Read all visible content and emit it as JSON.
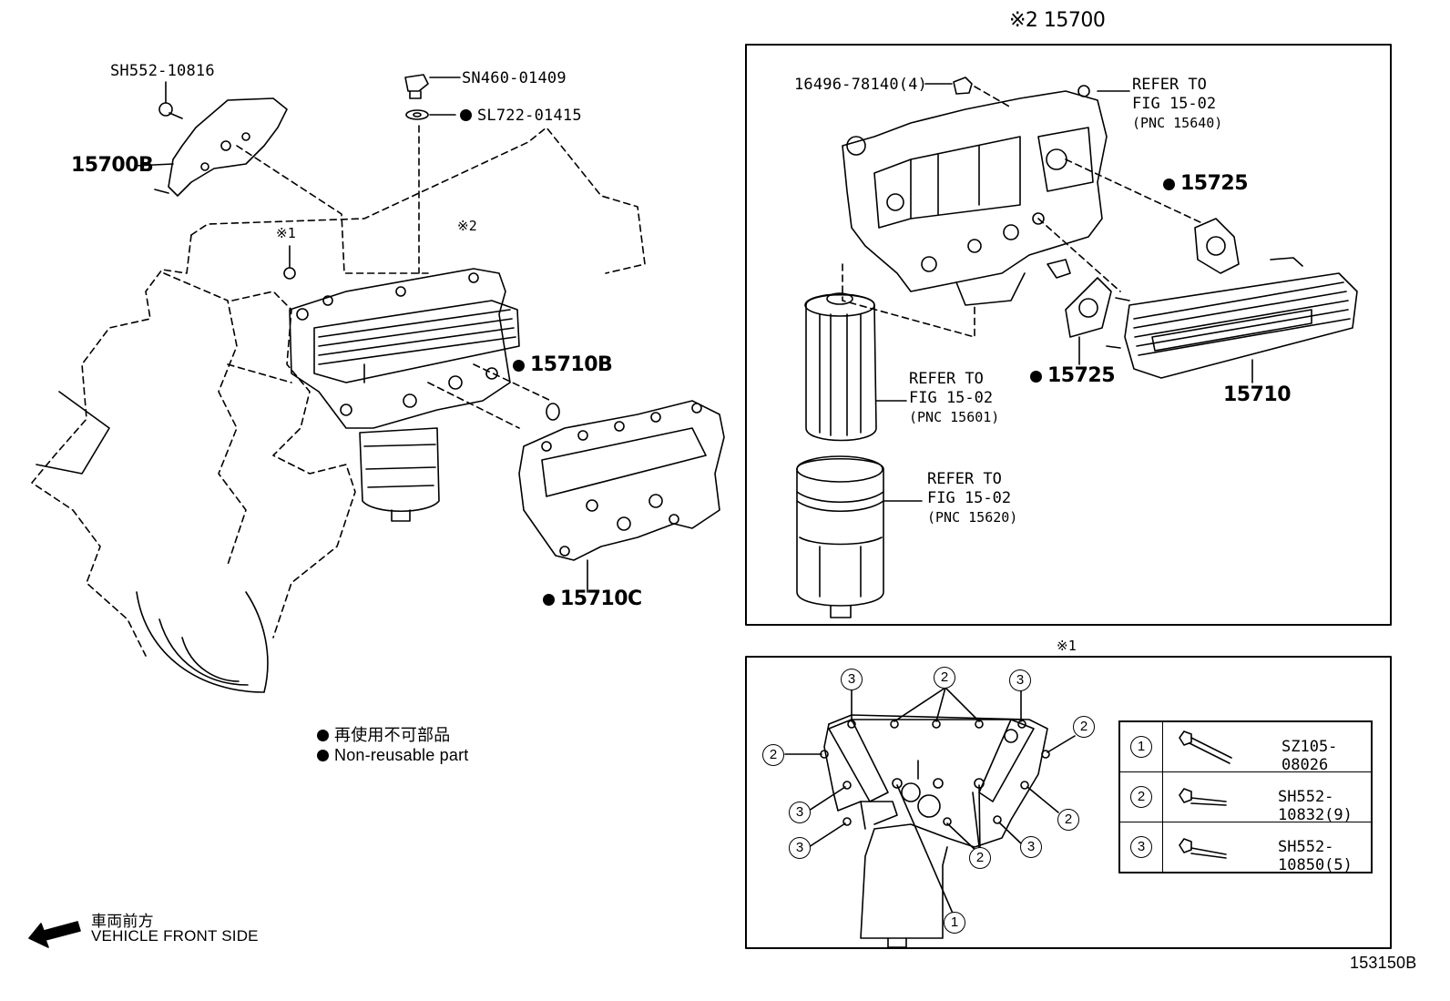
{
  "labels": {
    "sh552_10816": "SH552-10816",
    "sn460_01409": "SN460-01409",
    "sl722_01415": "SL722-01415",
    "p15700b": "15700B",
    "note1": "※1",
    "note2": "※2",
    "p15710b": "15710B",
    "p15710c": "15710C",
    "p15700_header": "※2 15700",
    "p16496": "16496-78140(4)",
    "p15725_top": "15725",
    "p15725_bottom": "15725",
    "p15710": "15710",
    "box2_header": "※1",
    "diagram_id": "153150B"
  },
  "refers": [
    {
      "line1": "REFER TO",
      "line2": "FIG 15-02",
      "line3": "(PNC 15640)"
    },
    {
      "line1": "REFER TO",
      "line2": "FIG 15-02",
      "line3": "(PNC 15601)"
    },
    {
      "line1": "REFER TO",
      "line2": "FIG 15-02",
      "line3": "(PNC 15620)"
    }
  ],
  "legend": {
    "jp": "再使用不可部品",
    "en": "Non-reusable part"
  },
  "front": {
    "jp": "車両前方",
    "en": "VEHICLE FRONT SIDE"
  },
  "fasteners": [
    {
      "num": "1",
      "part": "SZ105-08026"
    },
    {
      "num": "2",
      "part": "SH552-10832(9)"
    },
    {
      "num": "3",
      "part": "SH552-10850(5)"
    }
  ],
  "callouts": {
    "c3a": "3",
    "c2a": "2",
    "c3b": "3",
    "c2b": "2",
    "c2c": "2",
    "c3c": "3",
    "c3d": "3",
    "c2d": "2",
    "c2e": "2",
    "c3e": "3",
    "c1": "1"
  }
}
